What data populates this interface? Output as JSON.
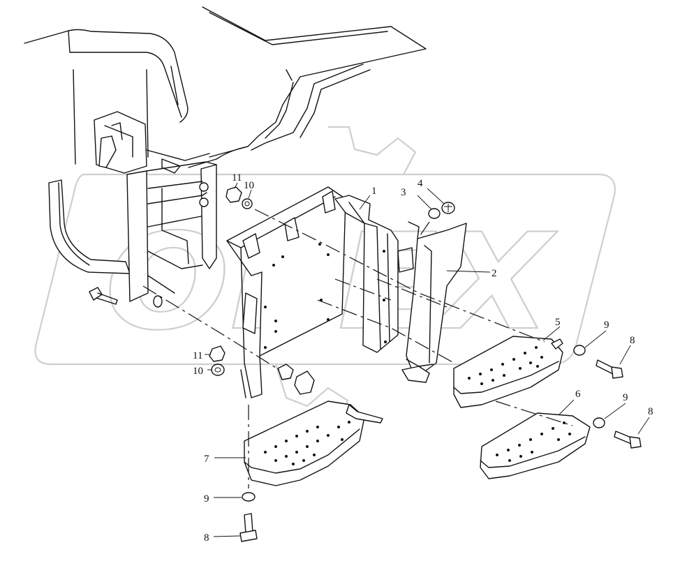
{
  "watermark": {
    "text": "OPEX",
    "color": "#cfcfcf"
  },
  "callouts": [
    {
      "id": "c1",
      "text": "1"
    },
    {
      "id": "c2",
      "text": "2"
    },
    {
      "id": "c3",
      "text": "3"
    },
    {
      "id": "c4",
      "text": "4"
    },
    {
      "id": "c5",
      "text": "5"
    },
    {
      "id": "c6",
      "text": "6"
    },
    {
      "id": "c7",
      "text": "7"
    },
    {
      "id": "c8a",
      "text": "8"
    },
    {
      "id": "c8b",
      "text": "8"
    },
    {
      "id": "c8c",
      "text": "8"
    },
    {
      "id": "c9a",
      "text": "9"
    },
    {
      "id": "c9b",
      "text": "9"
    },
    {
      "id": "c9c",
      "text": "9"
    },
    {
      "id": "c10a",
      "text": "10"
    },
    {
      "id": "c10b",
      "text": "10"
    },
    {
      "id": "c11a",
      "text": "11"
    },
    {
      "id": "c11b",
      "text": "11"
    }
  ]
}
